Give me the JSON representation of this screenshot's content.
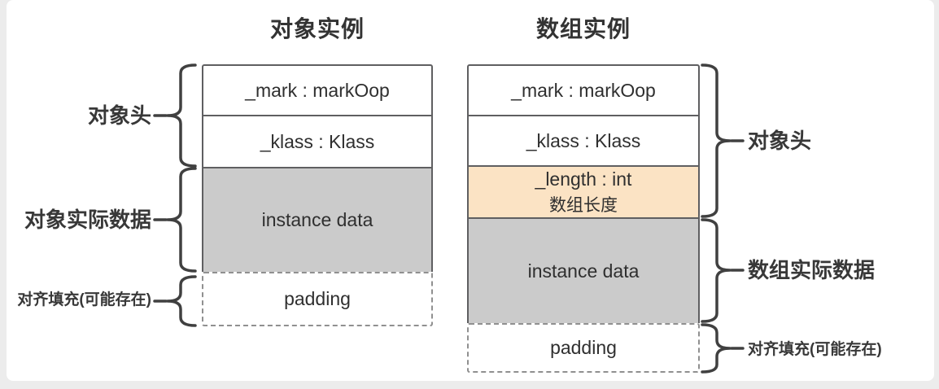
{
  "object_diagram": {
    "title": "对象实例",
    "rows": {
      "mark": "_mark : markOop",
      "klass": "_klass : Klass",
      "instance_data": "instance data",
      "padding": "padding"
    },
    "braces": {
      "header": "对象头",
      "instance_data": "对象实际数据",
      "padding": "对齐填充(可能存在)"
    }
  },
  "array_diagram": {
    "title": "数组实例",
    "rows": {
      "mark": "_mark : markOop",
      "klass": "_klass : Klass",
      "length_line1": "_length : int",
      "length_line2": "数组长度",
      "instance_data": "instance data",
      "padding": "padding"
    },
    "braces": {
      "header": "对象头",
      "instance_data": "数组实际数据",
      "padding": "对齐填充(可能存在)"
    }
  },
  "colors": {
    "page_background": "#ececec",
    "card_background": "#ffffff",
    "box_border": "#5f5f61",
    "dashed_border": "#909090",
    "instance_data_fill": "#cbcbcb",
    "length_fill": "#fbe3c4",
    "brace_stroke": "#404040",
    "text": "#2f2f2f"
  }
}
